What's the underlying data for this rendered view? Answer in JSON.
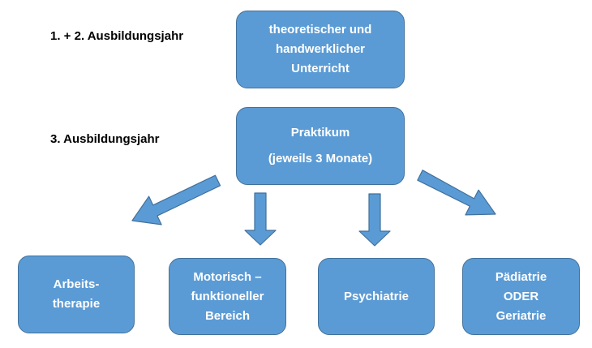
{
  "labels": {
    "year_1_2": "1. + 2. Ausbildungsjahr",
    "year_3": "3. Ausbildungsjahr"
  },
  "boxes": {
    "theory": {
      "lines": [
        "theoretischer und",
        "handwerklicher",
        "Unterricht"
      ]
    },
    "practicum": {
      "lines": [
        "Praktikum",
        "(jeweils 3 Monate)"
      ]
    },
    "arbeitstherapie": {
      "lines": [
        "Arbeits-",
        "therapie"
      ]
    },
    "motorisch": {
      "lines": [
        "Motorisch –",
        "funktioneller",
        "Bereich"
      ]
    },
    "psychiatrie": {
      "lines": [
        "Psychiatrie"
      ]
    },
    "paediatrie": {
      "lines": [
        "Pädiatrie",
        "ODER",
        "Geriatrie"
      ]
    }
  },
  "colors": {
    "box_fill": "#5b9bd5",
    "box_border": "#41719c",
    "text": "#ffffff"
  }
}
